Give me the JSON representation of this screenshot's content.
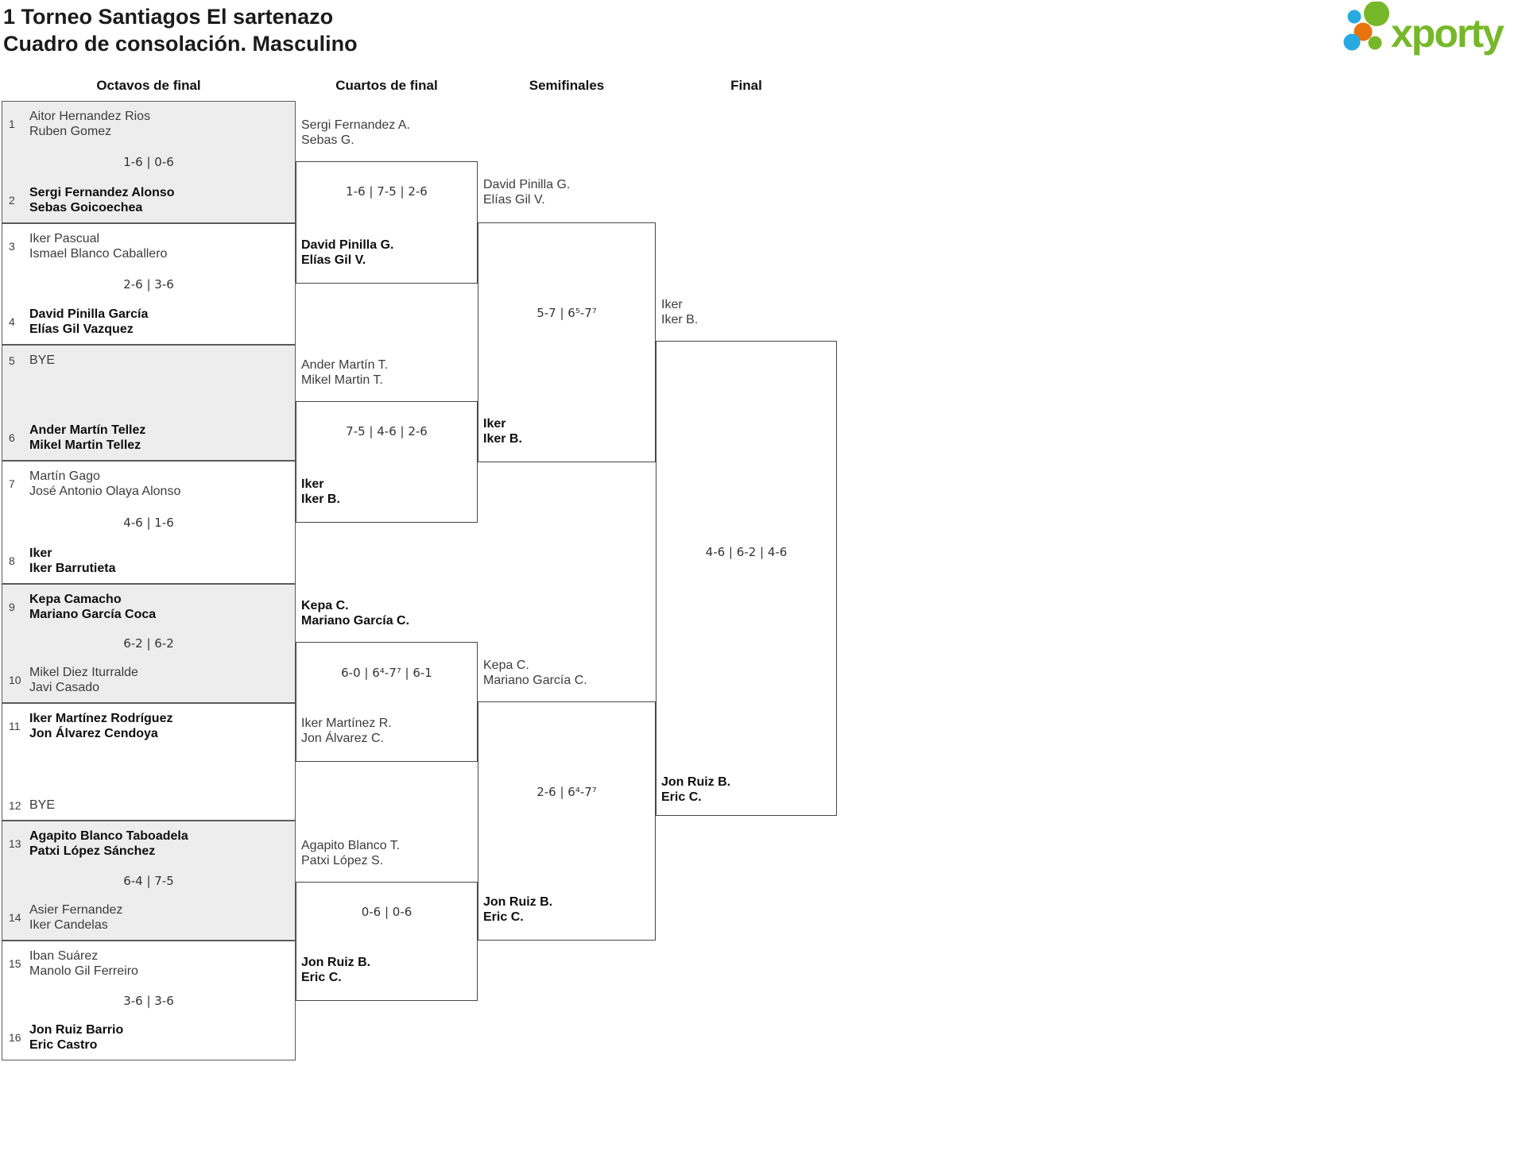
{
  "header": {
    "title_line1": "1 Torneo Santiagos El sartenazo",
    "title_line2": "Cuadro de consolación. Masculino"
  },
  "logo": {
    "text": "xporty",
    "green": "#76b82a",
    "blue": "#29a9e1",
    "orange": "#e8720c"
  },
  "rounds": [
    "Octavos de final",
    "Cuartos de final",
    "Semifinales",
    "Final"
  ],
  "r16": [
    {
      "seed_top": "1",
      "top": [
        "Aitor Hernandez Rios",
        "Ruben Gomez"
      ],
      "top_winner": false,
      "seed_bottom": "2",
      "bottom": [
        "Sergi Fernandez Alonso",
        "Sebas Goicoechea"
      ],
      "bottom_winner": true,
      "score": "1-6 | 0-6"
    },
    {
      "seed_top": "3",
      "top": [
        "Iker Pascual",
        "Ismael Blanco Caballero"
      ],
      "top_winner": false,
      "seed_bottom": "4",
      "bottom": [
        "David Pinilla García",
        "Elías Gil Vazquez"
      ],
      "bottom_winner": true,
      "score": "2-6 | 3-6"
    },
    {
      "seed_top": "5",
      "top": [
        "BYE",
        ""
      ],
      "top_winner": false,
      "seed_bottom": "6",
      "bottom": [
        "Ander Martín Tellez",
        "Mikel Martin Tellez"
      ],
      "bottom_winner": true,
      "score": ""
    },
    {
      "seed_top": "7",
      "top": [
        "Martín Gago",
        "José Antonio Olaya Alonso"
      ],
      "top_winner": false,
      "seed_bottom": "8",
      "bottom": [
        "Iker",
        "Iker Barrutieta"
      ],
      "bottom_winner": true,
      "score": "4-6 | 1-6"
    },
    {
      "seed_top": "9",
      "top": [
        "Kepa Camacho",
        "Mariano García Coca"
      ],
      "top_winner": true,
      "seed_bottom": "10",
      "bottom": [
        "Mikel Diez Iturralde",
        "Javi Casado"
      ],
      "bottom_winner": false,
      "score": "6-2 | 6-2"
    },
    {
      "seed_top": "11",
      "top": [
        "Iker Martínez Rodríguez",
        "Jon Álvarez Cendoya"
      ],
      "top_winner": true,
      "seed_bottom": "12",
      "bottom": [
        "BYE",
        ""
      ],
      "bottom_winner": false,
      "score": ""
    },
    {
      "seed_top": "13",
      "top": [
        "Agapito Blanco Taboadela",
        "Patxi López Sánchez"
      ],
      "top_winner": true,
      "seed_bottom": "14",
      "bottom": [
        "Asier Fernandez",
        "Iker Candelas"
      ],
      "bottom_winner": false,
      "score": "6-4 | 7-5"
    },
    {
      "seed_top": "15",
      "top": [
        "Iban Suárez",
        "Manolo Gil Ferreiro"
      ],
      "top_winner": false,
      "seed_bottom": "16",
      "bottom": [
        "Jon Ruiz Barrio",
        "Eric Castro"
      ],
      "bottom_winner": true,
      "score": "3-6 | 3-6"
    }
  ],
  "qf": [
    {
      "top": [
        "Sergi Fernandez A.",
        "Sebas G."
      ],
      "top_winner": false,
      "bottom": [
        "David Pinilla G.",
        "Elías Gil V."
      ],
      "bottom_winner": true,
      "score": "1-6 | 7-5 | 2-6"
    },
    {
      "top": [
        "Ander Martín T.",
        "Mikel Martin T."
      ],
      "top_winner": false,
      "bottom": [
        "Iker",
        "Iker B."
      ],
      "bottom_winner": true,
      "score": "7-5 | 4-6 | 2-6"
    },
    {
      "top": [
        "Kepa C.",
        "Mariano García C."
      ],
      "top_winner": true,
      "bottom": [
        "Iker Martínez R.",
        "Jon Álvarez C."
      ],
      "bottom_winner": false,
      "score": "6-0 | 6⁴-7⁷ | 6-1"
    },
    {
      "top": [
        "Agapito Blanco T.",
        "Patxi López S."
      ],
      "top_winner": false,
      "bottom": [
        "Jon Ruiz B.",
        "Eric C."
      ],
      "bottom_winner": true,
      "score": "0-6 | 0-6"
    }
  ],
  "sf": [
    {
      "top": [
        "David Pinilla G.",
        "Elías Gil V."
      ],
      "top_winner": false,
      "bottom": [
        "Iker",
        "Iker B."
      ],
      "bottom_winner": true,
      "score": "5-7 | 6⁵-7⁷"
    },
    {
      "top": [
        "Kepa C.",
        "Mariano García C."
      ],
      "top_winner": false,
      "bottom": [
        "Jon Ruiz B.",
        "Eric C."
      ],
      "bottom_winner": true,
      "score": "2-6 | 6⁴-7⁷"
    }
  ],
  "final": {
    "top": [
      "Iker",
      "Iker B."
    ],
    "top_winner": false,
    "bottom": [
      "Jon Ruiz B.",
      "Eric C."
    ],
    "bottom_winner": true,
    "score": "4-6 | 6-2 | 4-6"
  }
}
